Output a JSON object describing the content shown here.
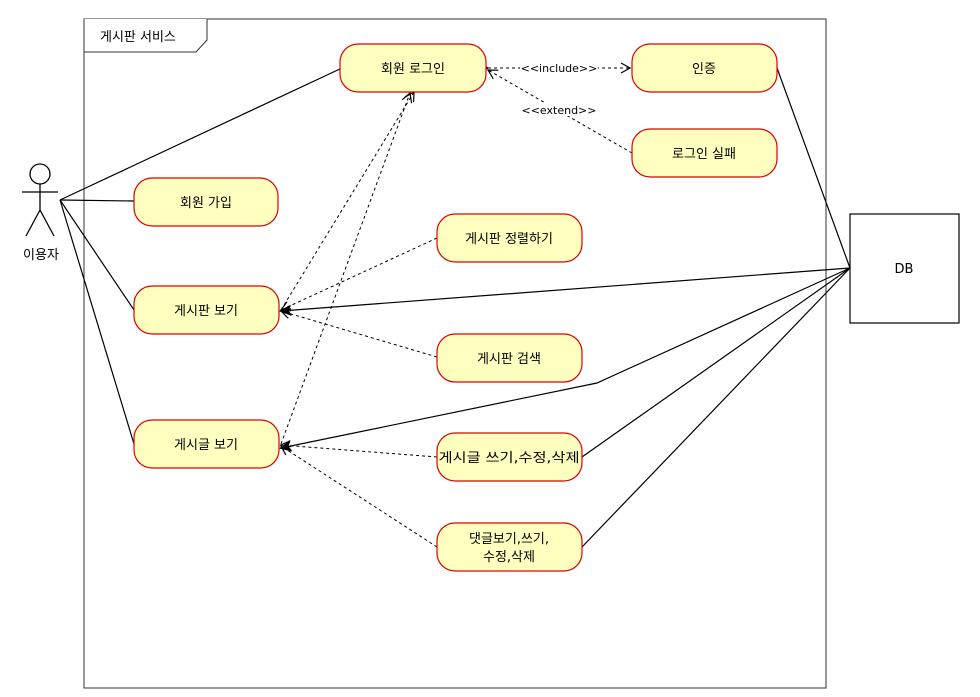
{
  "diagram": {
    "frame_title": "게시판 서비스",
    "actor_label": "이용자",
    "db_label": "DB",
    "use_cases": {
      "login": "회원 로그인",
      "auth": "인증",
      "login_fail": "로그인 실패",
      "signup": "회원 가입",
      "board_sort": "게시판 정렬하기",
      "board_view": "게시판 보기",
      "board_search": "게시판 검색",
      "post_view": "게시글 보기",
      "post_write": "게시글 쓰기,수정,삭제",
      "comment_line1": "댓글보기,쓰기,",
      "comment_line2": "수정,삭제"
    },
    "stereotypes": {
      "include": "<<include>>",
      "extend": "<<extend>>"
    },
    "colors": {
      "use_case_fill": "#ffffc0",
      "use_case_stroke": "#e00000"
    }
  }
}
